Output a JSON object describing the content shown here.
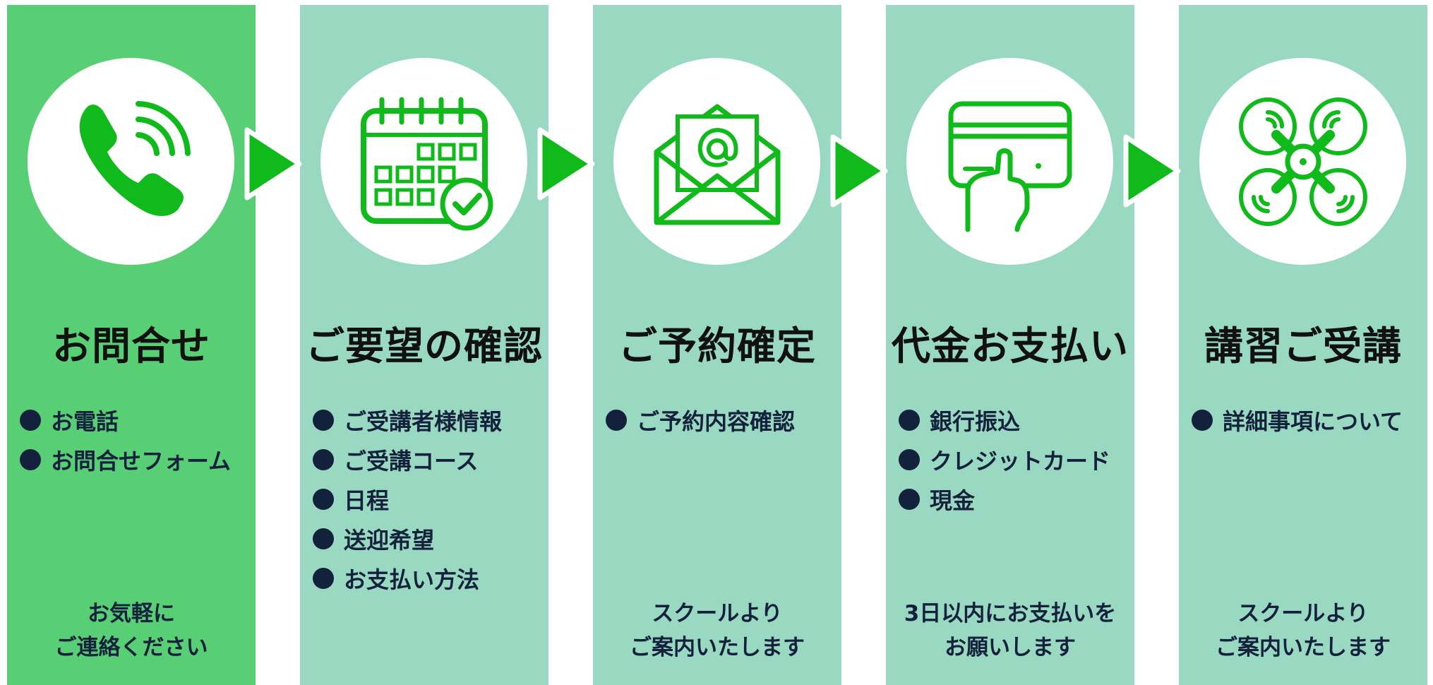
{
  "colors": {
    "active_column": "#59cf75",
    "column": "#99d9c1",
    "accent_green": "#0fba1a",
    "text_dark": "#14213d"
  },
  "steps": [
    {
      "title": "お問合せ",
      "icon": "phone-icon",
      "items": [
        "お電話",
        "お問合せフォーム"
      ],
      "note": "お気軽に\nご連絡ください"
    },
    {
      "title": "ご要望の確認",
      "icon": "calendar-check-icon",
      "items": [
        "ご受講者様情報",
        "ご受講コース",
        "日程",
        "送迎希望",
        "お支払い方法"
      ],
      "note": ""
    },
    {
      "title": "ご予約確定",
      "icon": "mail-envelope-icon",
      "items": [
        "ご予約内容確認"
      ],
      "note": "スクールより\nご案内いたします"
    },
    {
      "title": "代金お支払い",
      "icon": "card-payment-icon",
      "items": [
        "銀行振込",
        "クレジットカード",
        "現金"
      ],
      "note": "3日以内にお支払いを\nお願いします"
    },
    {
      "title": "講習ご受講",
      "icon": "drone-icon",
      "items": [
        "詳細事項について"
      ],
      "note": "スクールより\nご案内いたします"
    }
  ]
}
